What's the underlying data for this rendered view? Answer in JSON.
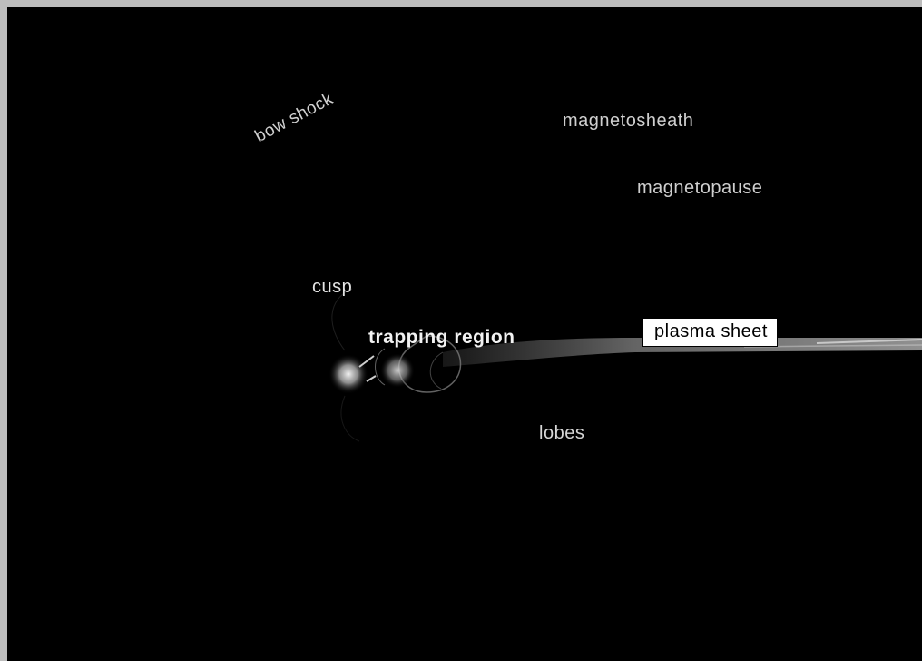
{
  "diagram": {
    "labels": {
      "bow_shock": "bow shock",
      "magnetosheath": "magnetosheath",
      "magnetopause": "magnetopause",
      "cusp": "cusp",
      "trapping_region": "trapping region",
      "plasma_sheet": "plasma sheet",
      "lobes": "lobes"
    },
    "colors": {
      "background": "#000000",
      "border": "#bdbdbd",
      "plasma_sheet_box": "#ffffff"
    }
  }
}
